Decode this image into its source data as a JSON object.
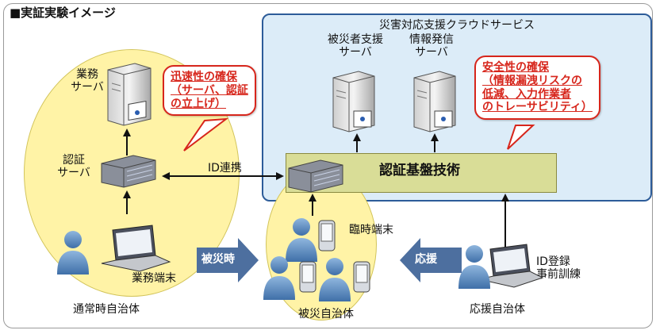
{
  "heading": "■実証実験イメージ",
  "cloud": {
    "title": "災害対応支援クラウドサービス",
    "victim_server": [
      "被災者支援",
      "サーバ"
    ],
    "info_server": [
      "情報発信",
      "サーバ"
    ],
    "base_tech": "認証基盤技術"
  },
  "normal_gov": {
    "business_server": [
      "業務",
      "サーバ"
    ],
    "auth_server": [
      "認証",
      "サーバ"
    ],
    "terminal": "業務端末",
    "caption": "通常時自治体"
  },
  "disaster_gov": {
    "temp_terminal": "臨時端末",
    "caption": "被災自治体"
  },
  "support_gov": {
    "id_note": [
      "ID登録",
      "事前訓練"
    ],
    "caption": "応援自治体"
  },
  "id_link": "ID連携",
  "arrows": {
    "disaster": "被災時",
    "support": "応援"
  },
  "callouts": {
    "speed": [
      "迅速性の確保",
      "（サーバ、認証",
      "の立上げ）"
    ],
    "safety": [
      "安全性の確保",
      "（情報漏洩リスクの",
      "低減、入力作業者",
      "のトレーサビリティ）"
    ]
  },
  "colors": {
    "cloud_fill": "#dcecf8",
    "cloud_border": "#2d5c99",
    "ellipse_fill": "#fff3a6",
    "callout_red": "#d7261c",
    "arrow_blue": "#4d6f9f",
    "base_bar": "#d9dd97"
  }
}
